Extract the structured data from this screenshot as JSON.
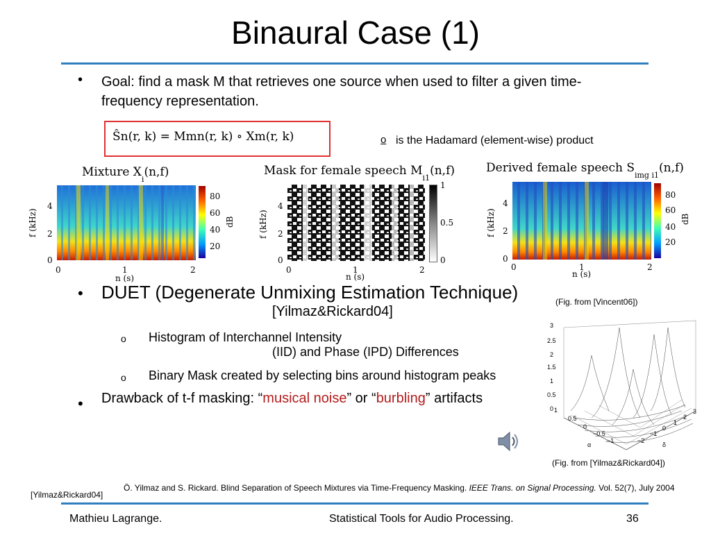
{
  "slide": {
    "title": "Binaural Case (1)",
    "goal_bullet": "•",
    "goal_text": "Goal: find a mask M that retrieves one source when used to filter a given time-frequency representation.",
    "equation": "Ŝn(r, k) = Mmn(r, k) ∘ Xm(r, k)",
    "hadamard_bullet": "o",
    "hadamard_text": "is the Hadamard (element-wise) product"
  },
  "figures": {
    "mixture": {
      "title": "Mixture X",
      "title_sub": "i",
      "title_tail": "(n,f)",
      "ylabel": "f (kHz)",
      "xlabel": "n (s)",
      "yticks": [
        "4",
        "2",
        "0"
      ],
      "xticks": [
        "0",
        "1",
        "2"
      ],
      "cbar_label": "dB",
      "cbar_ticks": [
        "80",
        "60",
        "40",
        "20"
      ]
    },
    "mask": {
      "title": "Mask for female speech M",
      "title_sub": "i1",
      "title_tail": "(n,f)",
      "ylabel": "f (kHz)",
      "xlabel": "n (s)",
      "yticks": [
        "4",
        "2",
        "0"
      ],
      "xticks": [
        "0",
        "1",
        "2"
      ],
      "cbar_ticks": [
        "1",
        "0.5",
        "0"
      ]
    },
    "derived": {
      "title": "Derived female speech S",
      "title_sub": "img i1",
      "title_tail": "(n,f)",
      "ylabel": "f (kHz)",
      "xlabel": "n (s)",
      "yticks": [
        "4",
        "2",
        "0"
      ],
      "xticks": [
        "0",
        "1",
        "2"
      ],
      "cbar_label": "dB",
      "cbar_ticks": [
        "80",
        "60",
        "40",
        "20"
      ]
    },
    "histogram": {
      "zticks": [
        "3",
        "2.5",
        "2",
        "1.5",
        "1",
        "0.5",
        "0"
      ],
      "alpha_ticks": [
        "1",
        "0.5",
        "0",
        "−0.5",
        "−1"
      ],
      "delta_ticks": [
        "−2",
        "−1",
        "0",
        "1",
        "2",
        "3"
      ],
      "alpha_label": "α",
      "delta_label": "δ"
    }
  },
  "duet": {
    "bullet": "•",
    "text": "DUET (Degenerate Unmixing Estimation Technique)",
    "ref": "[Yilmaz&Rickard04]",
    "sub_bullet": "o",
    "hist_line1": "Histogram of Interchannel Intensity",
    "hist_line2": "(IID) and Phase (IPD) Differences",
    "mask_line": "Binary Mask created by selecting bins around histogram peaks",
    "drawback_pre": "Drawback of t-f masking: “",
    "musical_noise": "musical noise",
    "drawback_mid": "” or “",
    "burbling": "burbling",
    "drawback_post": "” artifacts"
  },
  "captions": {
    "vincent": "(Fig. from [Vincent06])",
    "yilmaz": "(Fig. from [Yilmaz&Rickard04])"
  },
  "citation": {
    "tag": "[Yilmaz&Rickard04]",
    "text_plain": "Ö. Yilmaz and S. Rickard. Blind Separation of Speech Mixtures via Time-Frequency Masking. ",
    "text_italic": "IEEE Trans. on Signal Processing.",
    "text_tail": " Vol. 52(7), July 2004"
  },
  "footer": {
    "left": "Mathieu Lagrange.",
    "center": "Statistical Tools for Audio Processing.",
    "page": "36"
  },
  "colors": {
    "rule": "#2f7fbf",
    "equation_box": "#e03030",
    "emphasis": "#b31b1b"
  },
  "icons": {
    "audio": "speaker-icon"
  }
}
